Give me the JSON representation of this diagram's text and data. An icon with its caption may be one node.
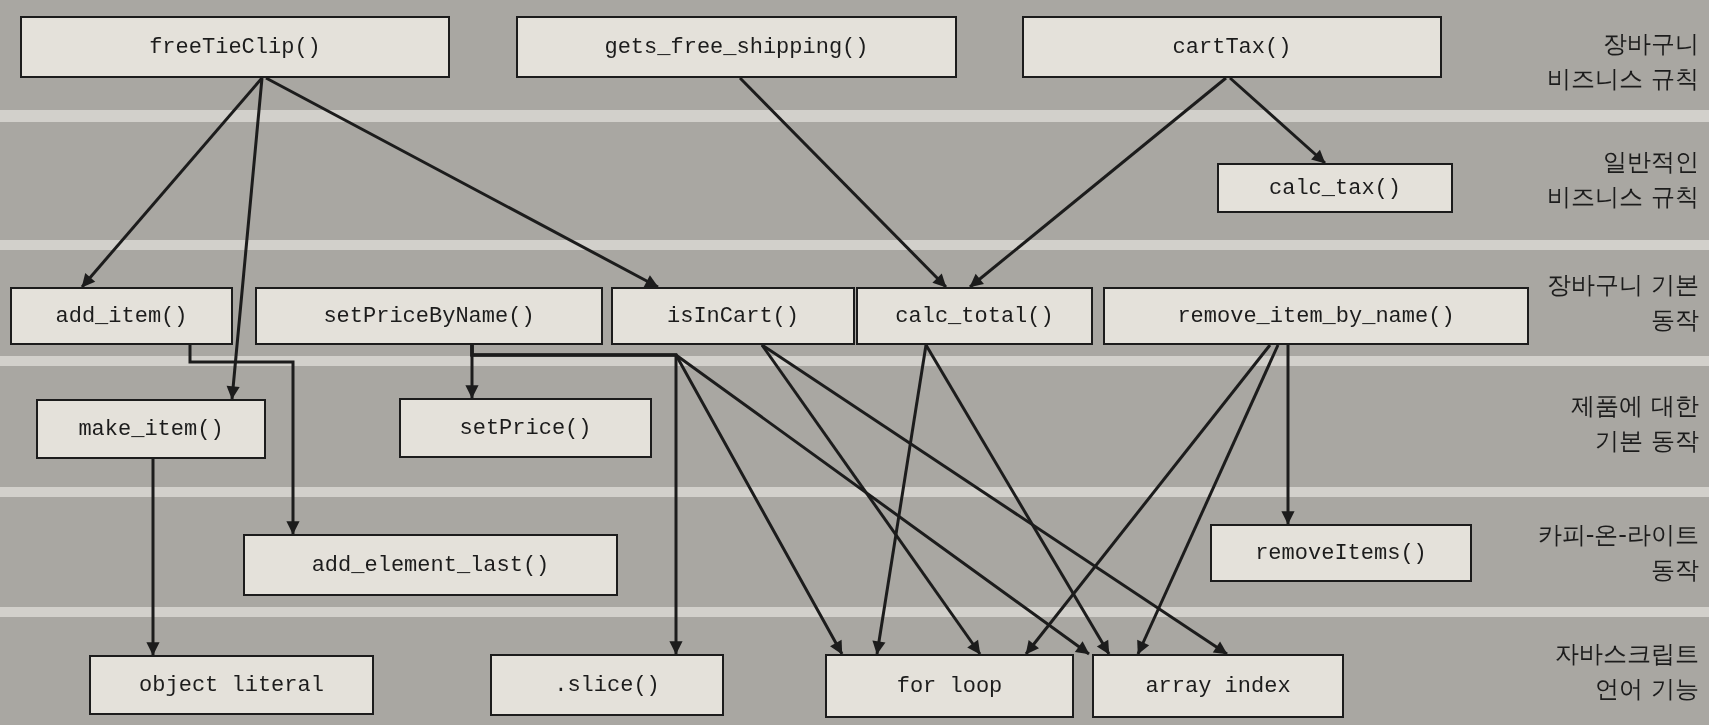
{
  "diagram": {
    "nodes": [
      {
        "text": [
          "freeTieClip()"
        ]
      },
      {
        "text": [
          "gets_free_shipping()"
        ]
      },
      {
        "text": [
          "cartTax()"
        ]
      },
      {
        "text": [
          "calc_tax()"
        ]
      },
      {
        "text": [
          "add_item()"
        ]
      },
      {
        "text": [
          "setPriceByName()"
        ]
      },
      {
        "text": [
          "isInCart()"
        ]
      },
      {
        "text": [
          "calc_total()"
        ]
      },
      {
        "text": [
          "remove_item_by_name()"
        ]
      },
      {
        "text": [
          "make_item()"
        ]
      },
      {
        "text": [
          "setPrice()"
        ]
      },
      {
        "text": [
          "add_element_last()"
        ]
      },
      {
        "text": [
          "removeItems()"
        ]
      },
      {
        "text": [
          "object literal"
        ]
      },
      {
        "text": [
          ".slice()"
        ]
      },
      {
        "text": [
          "for loop"
        ]
      },
      {
        "text": [
          "array index"
        ]
      }
    ],
    "edges": [
      {
        "from": 0,
        "to": 4,
        "arrow": "to"
      },
      {
        "from": 0,
        "to": 9,
        "arrow": "to"
      },
      {
        "from": 0,
        "to": 6,
        "arrow": "to"
      },
      {
        "from": 1,
        "to": 7,
        "arrow": "to"
      },
      {
        "from": 2,
        "to": 7,
        "arrow": "to"
      },
      {
        "from": 2,
        "to": 3,
        "arrow": "to"
      },
      {
        "from": 4,
        "to": 11,
        "arrow": "to"
      },
      {
        "from": 5,
        "to": 10,
        "arrow": "to"
      },
      {
        "from": 5,
        "to": 14,
        "arrow": "to"
      },
      {
        "from": 5,
        "to": 15,
        "arrow": "to"
      },
      {
        "from": 5,
        "to": 16,
        "arrow": "to"
      },
      {
        "from": 6,
        "to": 15,
        "arrow": "to"
      },
      {
        "from": 6,
        "to": 16,
        "arrow": "to"
      },
      {
        "from": 7,
        "to": 15,
        "arrow": "to"
      },
      {
        "from": 7,
        "to": 16,
        "arrow": "to"
      },
      {
        "from": 8,
        "to": 15,
        "arrow": "to"
      },
      {
        "from": 8,
        "to": 16,
        "arrow": "to"
      },
      {
        "from": 8,
        "to": 12,
        "arrow": "to"
      },
      {
        "from": 9,
        "to": 13,
        "arrow": "to"
      }
    ],
    "labels": [
      "장바구니 비즈니스 규칙",
      "일반적인 비즈니스 규칙",
      "장바구니 기본 동작",
      "제품에 대한 기본 동작",
      "카피-온-라이트 동작",
      "자바스크립트 언어 기능"
    ]
  }
}
